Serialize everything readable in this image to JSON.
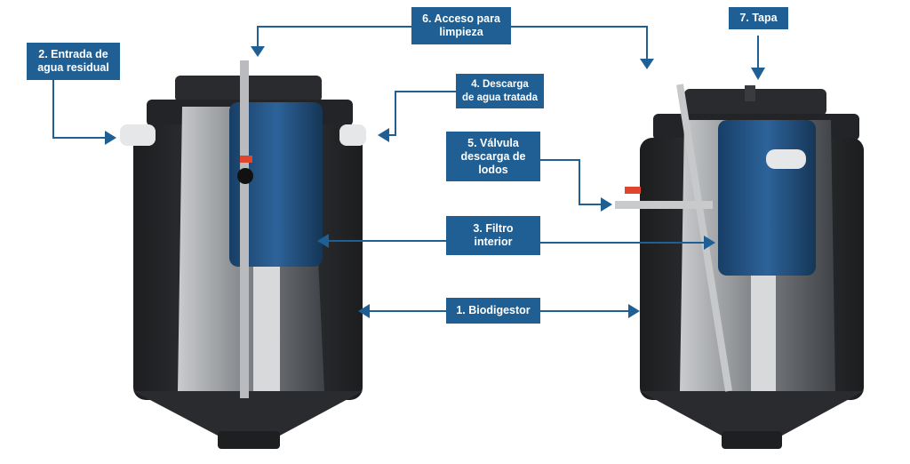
{
  "colors": {
    "label_bg": "#1f5f94",
    "arrow": "#1f5f94",
    "tank": "#2b2d30",
    "filter": "#1d4f7e"
  },
  "labels": {
    "biodigestor": "1. Biodigestor",
    "entrada": [
      "2. Entrada de",
      "agua residual"
    ],
    "filtro": [
      "3. Filtro",
      "interior"
    ],
    "descarga": [
      "4. Descarga",
      "de agua tratada"
    ],
    "valvula": [
      "5. Válvula",
      "descarga de",
      "lodos"
    ],
    "acceso": [
      "6. Acceso para",
      "limpieza"
    ],
    "tapa": "7. Tapa"
  }
}
